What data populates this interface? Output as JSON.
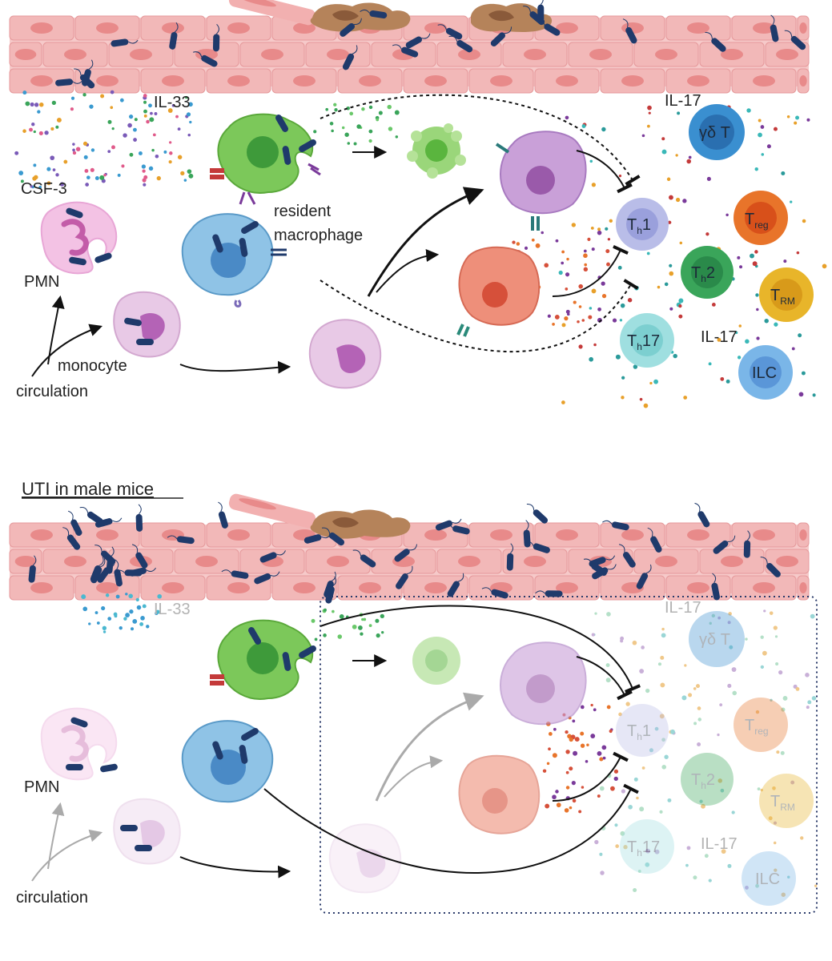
{
  "panel_b": {
    "title": "UTI in male mice"
  },
  "labels": {
    "il33": "IL-33",
    "il17": "IL-17",
    "csf3": "CSF-3",
    "pmn": "PMN",
    "resident_line1": "resident",
    "resident_line2": "macrophage",
    "monocyte": "monocyte",
    "circulation": "circulation"
  },
  "cells": {
    "gdt": {
      "main": "γδ T",
      "sub": ""
    },
    "th1": {
      "main": "T",
      "sub": "h",
      "suffix": "1"
    },
    "th2": {
      "main": "T",
      "sub": "h",
      "suffix": "2"
    },
    "th17": {
      "main": "T",
      "sub": "h",
      "suffix": "17"
    },
    "treg": {
      "main": "T",
      "sub": "reg"
    },
    "trm": {
      "main": "T",
      "sub": "RM"
    },
    "ilc": {
      "main": "ILC"
    }
  },
  "colors": {
    "epithelium": "#f2b8b8",
    "epithelium_nucleus": "#e88a8a",
    "bacteria": "#1f3a6b",
    "macrophage_green": "#7cc85a",
    "macrophage_blue": "#8fc3e6",
    "dc_purple": "#c9a0d8",
    "dc_orange": "#ee8f7a",
    "monocyte": "#e8c9e6",
    "gdt": "#3a8fd0",
    "th1": "#b9bde8",
    "th2": "#3aa55a",
    "th17": "#9fdfe0",
    "treg": "#e8742a",
    "trm": "#e8b52a",
    "ilc": "#7ab6e8"
  }
}
